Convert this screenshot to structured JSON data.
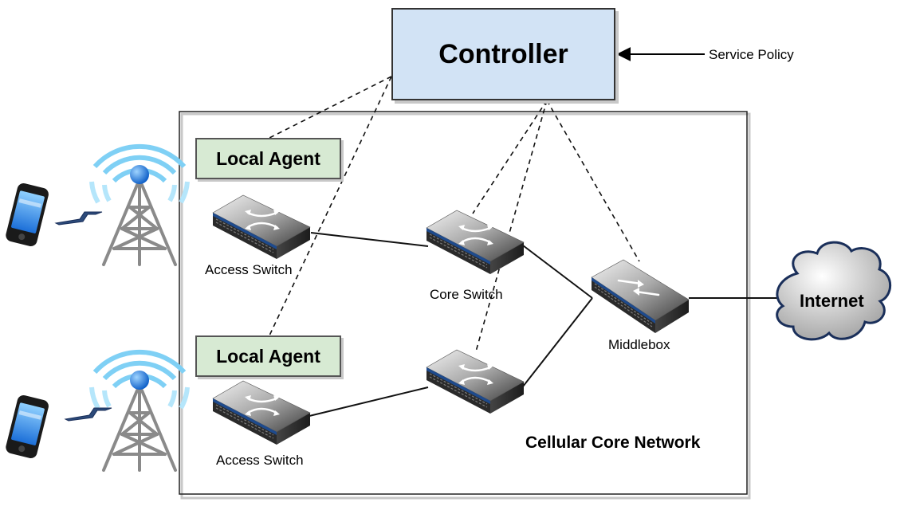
{
  "controller": {
    "label": "Controller"
  },
  "service_policy": {
    "label": "Service Policy"
  },
  "local_agents": [
    {
      "label": "Local Agent"
    },
    {
      "label": "Local Agent"
    }
  ],
  "access_switches": [
    {
      "label": "Access Switch"
    },
    {
      "label": "Access Switch"
    }
  ],
  "core_switch": {
    "label": "Core Switch"
  },
  "middlebox": {
    "label": "Middlebox"
  },
  "internet": {
    "label": "Internet"
  },
  "network": {
    "label": "Cellular Core Network"
  },
  "colors": {
    "controller_fill": "#d2e3f5",
    "agent_fill": "#d7ead3",
    "switch_port_blue": "#1e4a8c",
    "signal_blue": "#3aa8e8",
    "cloud_border": "#1a2f5a"
  }
}
